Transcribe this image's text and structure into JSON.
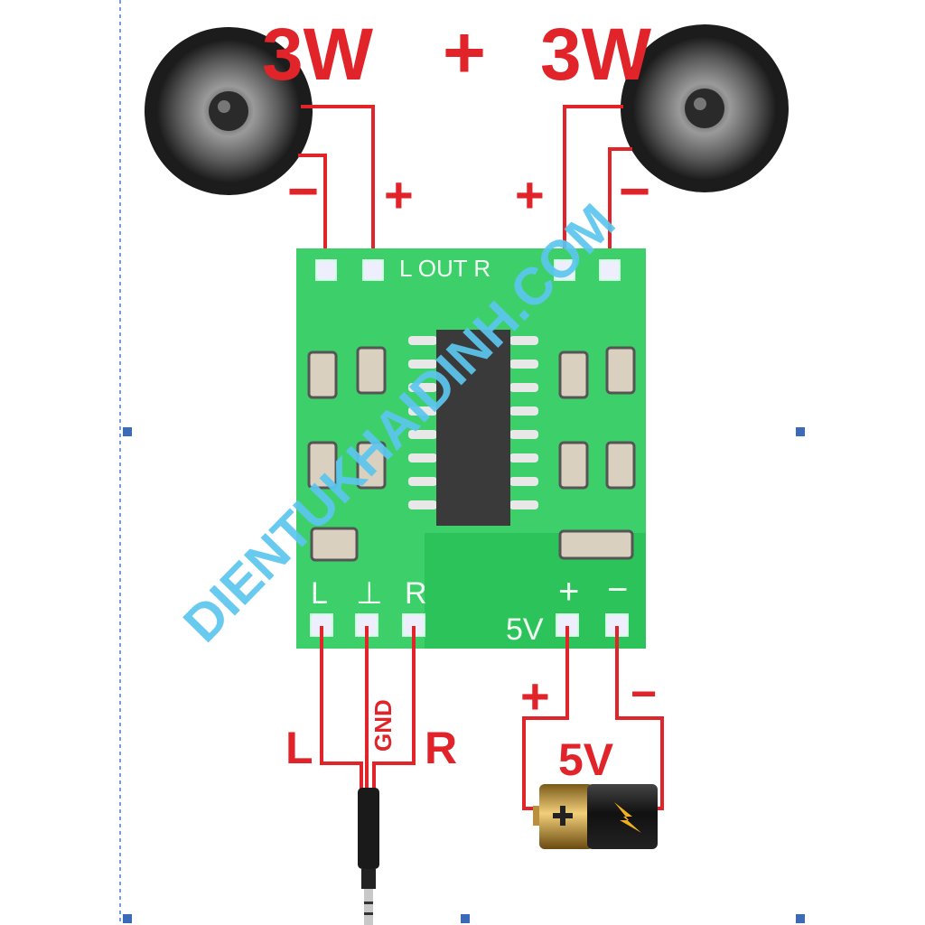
{
  "title": {
    "left_power": "3W",
    "plus": "+",
    "right_power": "3W"
  },
  "speaker_labels": {
    "left_minus": "−",
    "left_plus": "+",
    "right_plus": "+",
    "right_minus": "−"
  },
  "board": {
    "top_label": "L OUT R",
    "bottom_left_label": "L",
    "bottom_gnd_label": "⊥",
    "bottom_right_label": "R",
    "power_plus": "+",
    "power_minus": "−",
    "power_label": "5V"
  },
  "audio_labels": {
    "left": "L",
    "gnd": "GND",
    "right": "R"
  },
  "power_labels": {
    "plus": "+",
    "minus": "−",
    "voltage": "5V"
  },
  "watermark": "DIENTUKHAIDINH.COM",
  "colors": {
    "wire": "#e0242a",
    "pcb": "#3dd06a",
    "watermark": "#5cc6ee",
    "guide": "#4a7fd0"
  }
}
